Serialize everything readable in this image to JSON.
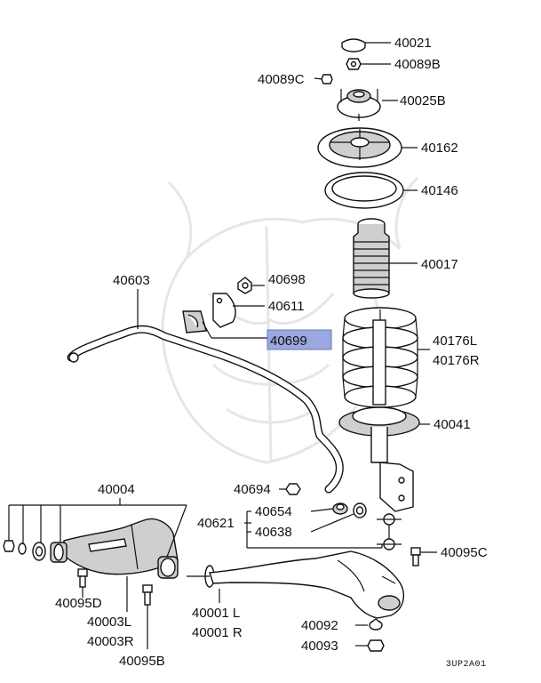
{
  "diagram": {
    "parts": {
      "p40021": "40021",
      "p40089B": "40089B",
      "p40089C": "40089C",
      "p40025B": "40025B",
      "p40162": "40162",
      "p40146": "40146",
      "p40017": "40017",
      "p40603": "40603",
      "p40698": "40698",
      "p40611": "40611",
      "p40699": "40699",
      "p40176L": "40176L",
      "p40176R": "40176R",
      "p40041": "40041",
      "p40004": "40004",
      "p40694": "40694",
      "p40654": "40654",
      "p40621": "40621",
      "p40638": "40638",
      "p40095C": "40095C",
      "p40095D": "40095D",
      "p40003L": "40003L",
      "p40003R": "40003R",
      "p40001L": "40001 L",
      "p40001R": "40001 R",
      "p40092": "40092",
      "p40093": "40093",
      "p40095B": "40095B"
    },
    "code": "3UP2A01",
    "highlight_color": "#9aa8df"
  }
}
